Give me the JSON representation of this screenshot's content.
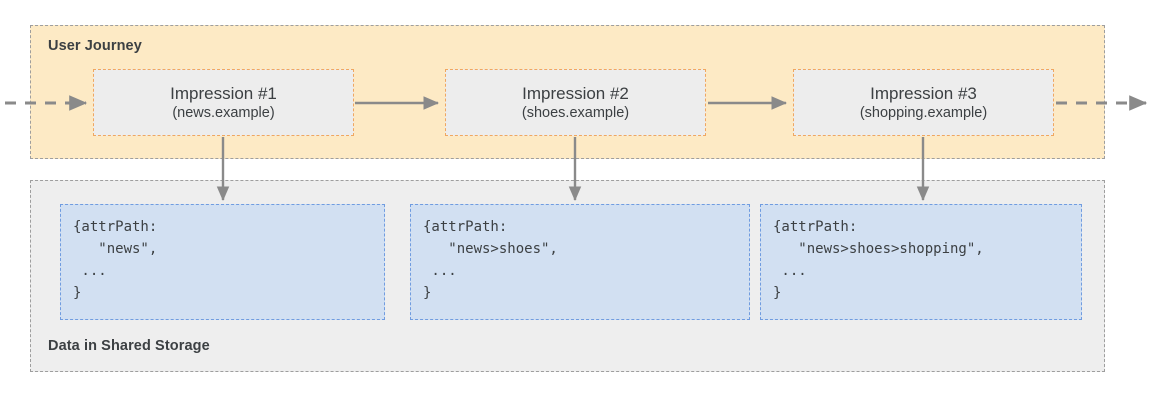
{
  "diagram": {
    "title_journey": "User Journey",
    "title_storage": "Data in Shared Storage",
    "colors": {
      "journey_fill": "#fdeac5",
      "journey_border": "#9e9e9e",
      "storage_fill": "#eeeeee",
      "storage_border": "#9e9e9e",
      "impression_fill": "#ededed",
      "impression_border": "#f0a760",
      "storebox_fill": "#d2e0f2",
      "storebox_border": "#709ce0",
      "arrow": "#8a8a8a",
      "text": "#3c4043"
    }
  },
  "journey": {
    "label": "User Journey",
    "impressions": [
      {
        "title": "Impression #1",
        "site": "(news.example)"
      },
      {
        "title": "Impression #2",
        "site": "(shoes.example)"
      },
      {
        "title": "Impression #3",
        "site": "(shopping.example)"
      }
    ]
  },
  "storage": {
    "label": "Data in Shared Storage",
    "records": [
      {
        "code": "{attrPath:\n   \"news\",\n ...\n}"
      },
      {
        "code": "{attrPath:\n   \"news>shoes\",\n ...\n}"
      },
      {
        "code": "{attrPath:\n   \"news>shoes>shopping\",\n ...\n}"
      }
    ]
  },
  "flow": {
    "entry_arrow": "dashed-arrow-in",
    "exit_arrow": "dashed-arrow-out",
    "between_arrows": [
      "solid-arrow-right",
      "solid-arrow-right"
    ],
    "down_arrows": [
      "solid-arrow-down",
      "solid-arrow-down",
      "solid-arrow-down"
    ]
  }
}
